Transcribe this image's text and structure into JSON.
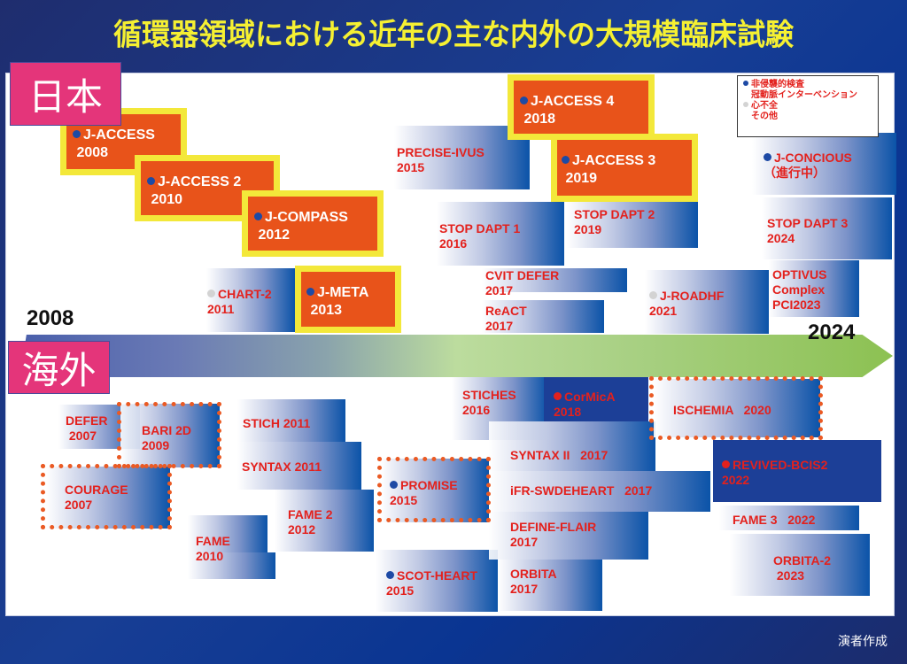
{
  "title": "循環器領域における近年の主な内外の大規模臨床試験",
  "regions": {
    "japan": "日本",
    "overseas": "海外"
  },
  "timeline": {
    "start_year": "2008",
    "end_year": "2024"
  },
  "legend": {
    "items": [
      {
        "dot": "blue",
        "label": "非侵襲的検査"
      },
      {
        "dot": "none",
        "label": "冠動脈インターベンション"
      },
      {
        "dot": "gray",
        "label": "心不全"
      },
      {
        "dot": "none",
        "label": "その他"
      }
    ]
  },
  "japan_trials": [
    {
      "name": "J-ACCESS",
      "year": "2008",
      "dot": "blue",
      "style": "highlight"
    },
    {
      "name": "J-ACCESS 2",
      "year": "2010",
      "dot": "blue",
      "style": "highlight"
    },
    {
      "name": "J-COMPASS",
      "year": "2012",
      "dot": "blue",
      "style": "highlight"
    },
    {
      "name": "CHART-2",
      "year": "2011",
      "dot": "gray",
      "style": "gradient"
    },
    {
      "name": "J-META",
      "year": "2013",
      "dot": "blue",
      "style": "highlight"
    },
    {
      "name": "PRECISE-IVUS",
      "year": "2015",
      "dot": "none",
      "style": "gradient"
    },
    {
      "name": "J-ACCESS 4",
      "year": "2018",
      "dot": "blue",
      "style": "highlight"
    },
    {
      "name": "J-ACCESS 3",
      "year": "2019",
      "dot": "blue",
      "style": "highlight"
    },
    {
      "name": "STOP DAPT 1",
      "year": "2016",
      "dot": "none",
      "style": "gradient"
    },
    {
      "name": "STOP DAPT 2",
      "year": "2019",
      "dot": "none",
      "style": "gradient"
    },
    {
      "name": "CVIT DEFER",
      "year": "2017",
      "dot": "none",
      "style": "gradient"
    },
    {
      "name": "ReACT",
      "year": "2017",
      "dot": "none",
      "style": "gradient"
    },
    {
      "name": "J-ROADHF",
      "year": "2021",
      "dot": "gray",
      "style": "gradient"
    },
    {
      "name": "J-CONCIOUS",
      "year": "（進行中）",
      "dot": "blue",
      "style": "gradient"
    },
    {
      "name": "STOP DAPT 3",
      "year": "2024",
      "dot": "none",
      "style": "gradient"
    },
    {
      "name": "OPTIVUS Complex PCI",
      "year": "2023",
      "dot": "none",
      "style": "gradient"
    }
  ],
  "overseas_trials": [
    {
      "name": "DEFER",
      "year": "2007",
      "dot": "none",
      "style": "gradient"
    },
    {
      "name": "BARI 2D",
      "year": "2009",
      "dot": "none",
      "style": "gradient-dashed"
    },
    {
      "name": "COURAGE",
      "year": "2007",
      "dot": "none",
      "style": "gradient-dashed"
    },
    {
      "name": "STICH",
      "year": "2011",
      "dot": "none",
      "style": "gradient"
    },
    {
      "name": "SYNTAX",
      "year": "2011",
      "dot": "none",
      "style": "gradient"
    },
    {
      "name": "FAME 2",
      "year": "2012",
      "dot": "none",
      "style": "gradient"
    },
    {
      "name": "FAME",
      "year": "2010",
      "dot": "none",
      "style": "gradient"
    },
    {
      "name": "PROMISE",
      "year": "2015",
      "dot": "blue",
      "style": "gradient-dashed"
    },
    {
      "name": "SCOT-HEART",
      "year": "2015",
      "dot": "blue",
      "style": "gradient"
    },
    {
      "name": "STICHES",
      "year": "2016",
      "dot": "none",
      "style": "gradient"
    },
    {
      "name": "CorMicA",
      "year": "2018",
      "dot": "red",
      "style": "solid"
    },
    {
      "name": "SYNTAX II",
      "year": "2017",
      "dot": "none",
      "style": "gradient"
    },
    {
      "name": "iFR-SWDEHEART",
      "year": "2017",
      "dot": "none",
      "style": "gradient"
    },
    {
      "name": "DEFINE-FLAIR",
      "year": "2017",
      "dot": "none",
      "style": "gradient"
    },
    {
      "name": "ORBITA",
      "year": "2017",
      "dot": "none",
      "style": "gradient"
    },
    {
      "name": "ISCHEMIA",
      "year": "2020",
      "dot": "none",
      "style": "gradient-dashed"
    },
    {
      "name": "REVIVED-BCIS2",
      "year": "2022",
      "dot": "red",
      "style": "solid"
    },
    {
      "name": "FAME 3",
      "year": "2022",
      "dot": "none",
      "style": "gradient"
    },
    {
      "name": "ORBITA-2",
      "year": "2023",
      "dot": "none",
      "style": "gradient"
    }
  ],
  "labels": {
    "j_access": "J-ACCESS\n 2008",
    "j_access2": "J-ACCESS 2\n 2010",
    "j_compass": "J-COMPASS\n 2012",
    "j_meta": "J-META\n 2013",
    "j_access4": "J-ACCESS 4\n 2018",
    "j_access3": "J-ACCESS 3\n 2019",
    "chart2": "CHART-2\n2011",
    "precise_ivus": "PRECISE-IVUS\n2015",
    "stop_dapt1": "STOP DAPT 1\n2016",
    "stop_dapt2": "STOP DAPT 2\n2019",
    "cvit_defer": "CVIT DEFER\n2017",
    "react": "ReACT\n2017",
    "j_roadhf": "J-ROADHF\n2021",
    "j_concious": "J-CONCIOUS\n（進行中）",
    "stop_dapt3": "STOP DAPT 3\n2024",
    "optivus": "OPTIVUS\nComplex\nPCI2023",
    "defer": "DEFER\n 2007",
    "bari2d": "BARI 2D\n2009",
    "courage": "COURAGE\n2007",
    "stich": "STICH 2011",
    "syntax": "SYNTAX 2011",
    "fame2": "FAME 2\n2012",
    "fame": "FAME\n2010",
    "promise": "PROMISE\n2015",
    "scot_heart": "SCOT-HEART\n2015",
    "stiches": "STICHES\n2016",
    "cormica": "CorMicA\n2018",
    "syntax2": "SYNTAX II   2017",
    "ifr": "iFR-SWDEHEART   2017",
    "define_flair": "DEFINE-FLAIR\n2017",
    "orbita": "ORBITA\n2017",
    "ischemia": "ISCHEMIA   2020",
    "revived": "REVIVED-BCIS2\n2022",
    "fame3": "FAME 3   2022",
    "orbita2": "ORBITA-2\n 2023"
  },
  "credit": "演者作成",
  "colors": {
    "title": "#f5f032",
    "region_tag": "#e4357a",
    "highlight_box": "#e8531a",
    "highlight_border": "#f3e83a",
    "trial_text": "#e3211d",
    "dashed_border": "#ea5a24",
    "solid_box": "#1c3f97"
  }
}
